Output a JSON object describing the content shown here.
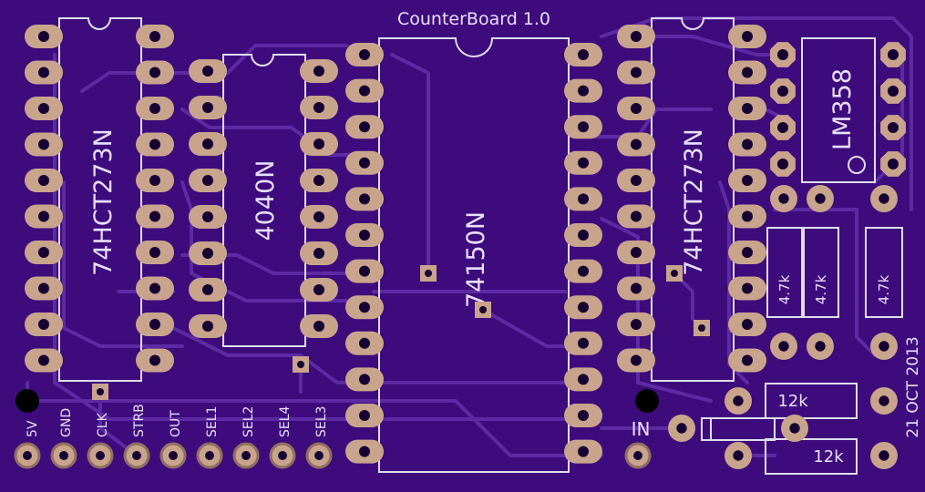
{
  "board": {
    "title": "CounterBoard 1.0",
    "date": "21 OCT 2013",
    "colors": {
      "substrate": "#3e0b7c",
      "trace": "#5c2aa3",
      "pad": "#c8a48c",
      "silkscreen": "#e0dcef",
      "drill": "#170032"
    }
  },
  "chips": [
    {
      "id": "u1",
      "label": "74HCT273N",
      "pins": 20
    },
    {
      "id": "u2",
      "label": "4040N",
      "pins": 16
    },
    {
      "id": "u3",
      "label": "74150N",
      "pins": 24
    },
    {
      "id": "u4",
      "label": "74HCT273N",
      "pins": 20
    },
    {
      "id": "u5",
      "label": "LM358",
      "pins": 8
    }
  ],
  "resistors": [
    {
      "id": "r1",
      "label": "4.7k"
    },
    {
      "id": "r2",
      "label": "4.7k"
    },
    {
      "id": "r3",
      "label": "4.7k"
    },
    {
      "id": "r4",
      "label": "12k"
    },
    {
      "id": "r5",
      "label": "12k"
    }
  ],
  "header_pins": [
    "5V",
    "GND",
    "CLK",
    "STRB",
    "OUT",
    "SEL1",
    "SEL2",
    "SEL4",
    "SEL3"
  ],
  "input_label": "IN"
}
